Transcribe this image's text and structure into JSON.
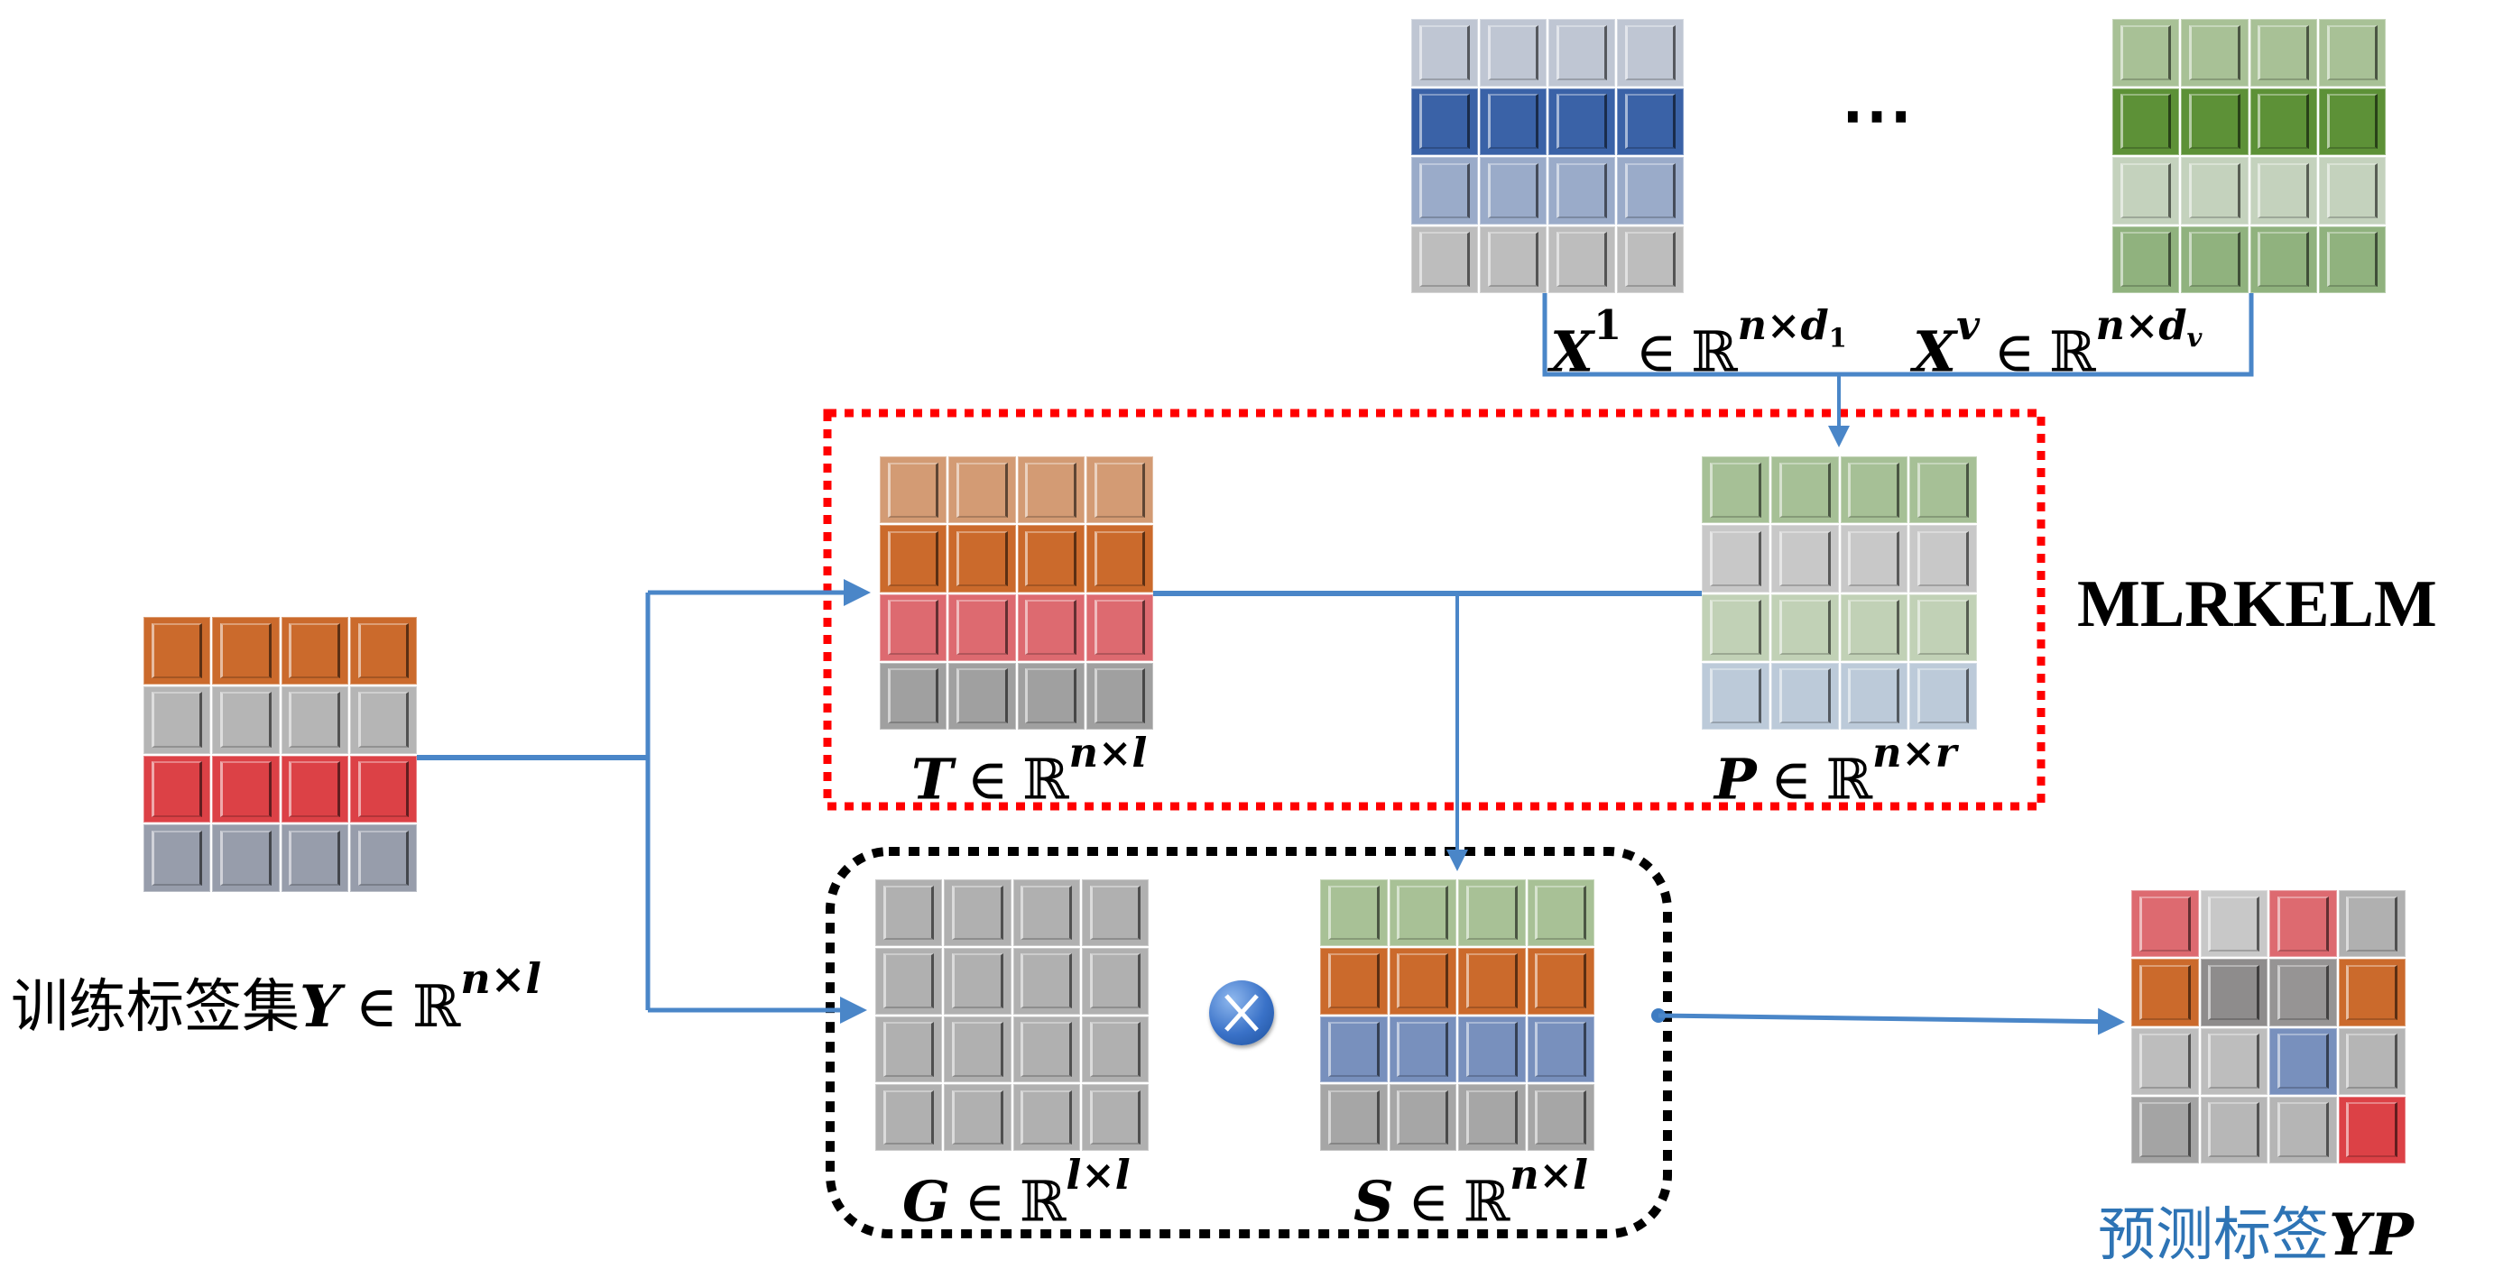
{
  "diagram": {
    "method_label": "MLRKELM",
    "ellipsis": "⋯",
    "colors": {
      "connector": "#4a86c8",
      "mlrkelm_box": "#ff0000",
      "fusion_box": "#000000",
      "output_label": "#2e74b5"
    },
    "inputs": [
      {
        "name": "X1",
        "symbol": "X",
        "superscript": "1",
        "member": "∈",
        "space": "ℝ",
        "dims": "n×d",
        "dims_sub": "1",
        "row_colors": [
          "#bfc6d3",
          "#3a62a7",
          "#9aabc9",
          "#bdbdbd"
        ]
      },
      {
        "name": "Xv",
        "symbol": "X",
        "superscript": "v",
        "member": "∈",
        "space": "ℝ",
        "dims": "n×d",
        "dims_sub": "v",
        "row_colors": [
          "#a8c196",
          "#5d9137",
          "#c4d2bd",
          "#90b27e"
        ]
      }
    ],
    "matrices": {
      "T": {
        "symbol": "T",
        "member": "∈",
        "space": "ℝ",
        "dims": "n×l",
        "row_colors": [
          "#d39b74",
          "#cb6a2c",
          "#dd6a70",
          "#a0a0a0"
        ]
      },
      "P": {
        "symbol": "P",
        "member": "∈",
        "space": "ℝ",
        "dims": "n×r",
        "row_colors": [
          "#a6c096",
          "#c8c8c8",
          "#c1d1b6",
          "#bccad9"
        ]
      },
      "Y": {
        "prefix": "训练标签集",
        "symbol": "Y",
        "member": "∈",
        "space": "ℝ",
        "dims": "n×l",
        "row_colors": [
          "#cb6a2c",
          "#b5b5b5",
          "#dc4146",
          "#979dab"
        ]
      },
      "G": {
        "symbol": "G",
        "member": "∈",
        "space": "ℝ",
        "dims": "l×l",
        "row_colors": [
          "#b0b0b0",
          "#b0b0b0",
          "#b0b0b0",
          "#b0b0b0"
        ]
      },
      "S": {
        "symbol": "S",
        "member": "∈",
        "space": "ℝ",
        "dims": "n×l",
        "row_colors": [
          "#a8c196",
          "#cb6a2c",
          "#7890bd",
          "#a6a6a6"
        ]
      },
      "YP": {
        "prefix": "预测标签",
        "symbol": "YP",
        "cell_colors": [
          "#dd6a70",
          "#c8c8c8",
          "#dd6a70",
          "#b0b0b0",
          "#cb6a2c",
          "#8e8c8c",
          "#969494",
          "#cb6a2c",
          "#bdbdbd",
          "#bdbdbd",
          "#7890bd",
          "#b5b5b5",
          "#a4a4a4",
          "#b7b7b7",
          "#b5b5b5",
          "#dc4146"
        ]
      }
    },
    "operator": {
      "name": "otimes",
      "glyph": "⊗"
    }
  }
}
